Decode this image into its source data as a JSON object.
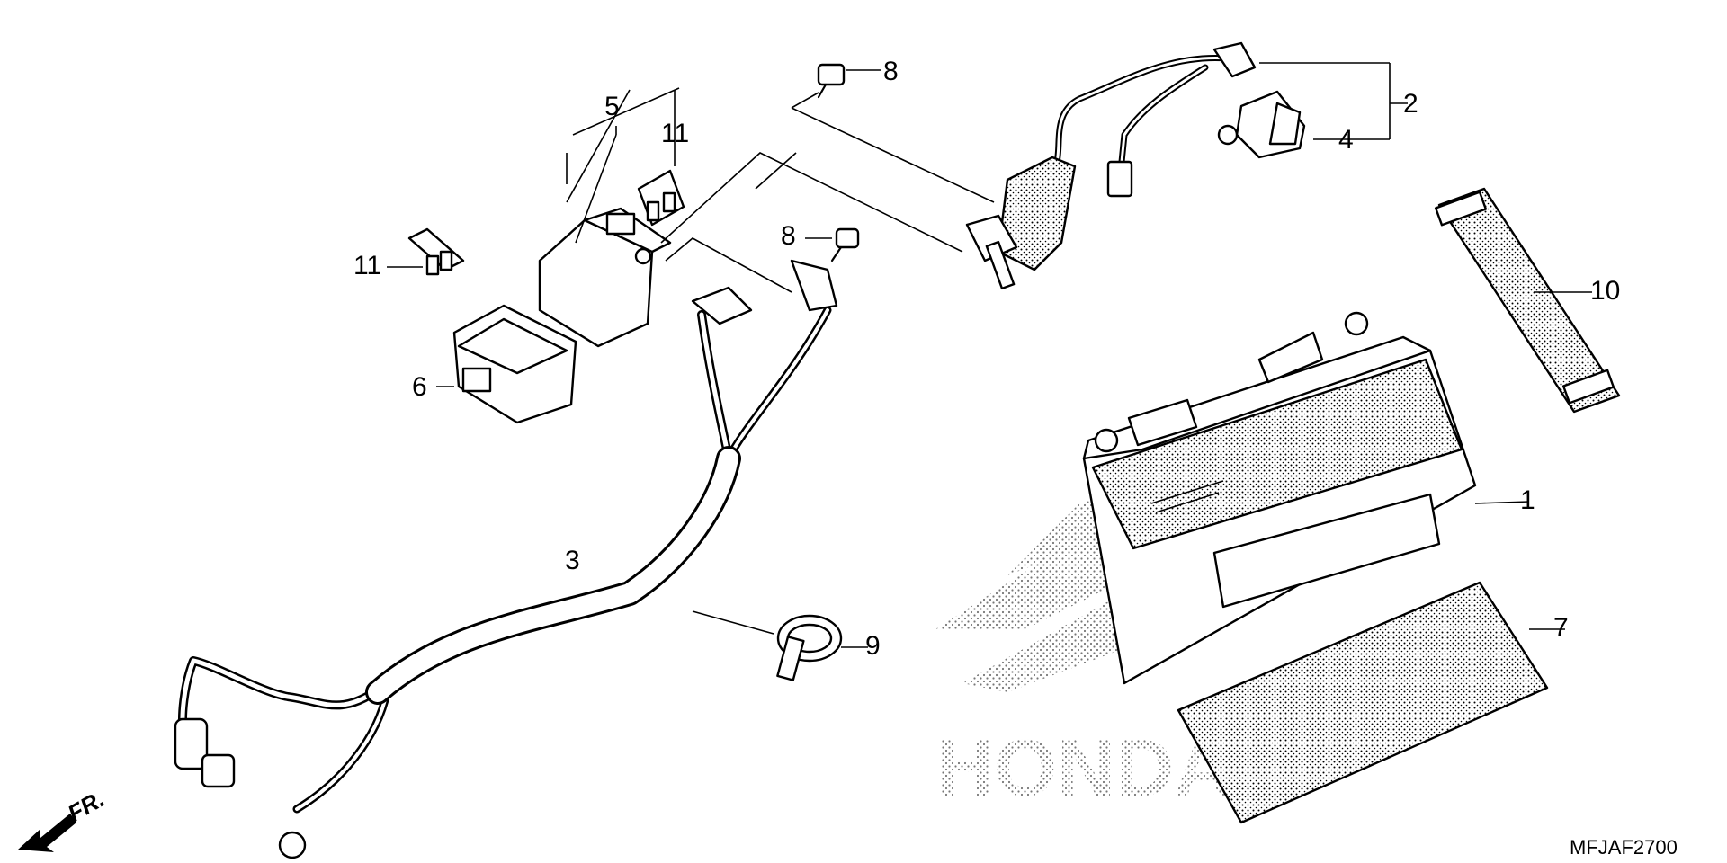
{
  "diagram_code": "MFJAF2700",
  "direction_label": "FR.",
  "watermark_text": "HONDA",
  "callouts": {
    "c1": "1",
    "c2": "2",
    "c3": "3",
    "c4": "4",
    "c5": "5",
    "c6": "6",
    "c7": "7",
    "c8a": "8",
    "c8b": "8",
    "c9": "9",
    "c10": "10",
    "c11a": "11",
    "c11b": "11"
  }
}
